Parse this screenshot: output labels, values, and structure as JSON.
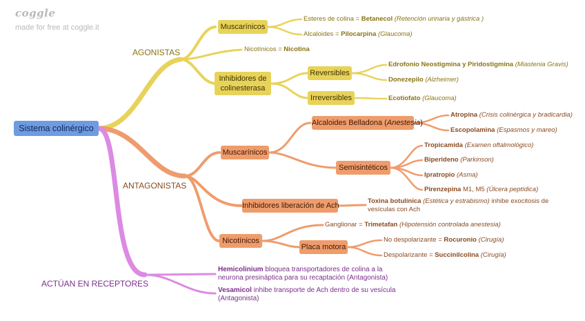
{
  "brand": {
    "logo": "coggle",
    "tagline": "made for free at coggle.it"
  },
  "root": {
    "label": "Sistema colinérgico"
  },
  "agonistas": {
    "label": "AGONISTAS",
    "muscarinicos": {
      "label": "Muscarínicos",
      "esteres": {
        "pre": "Esteres de colina = ",
        "bold": "Betanecol",
        "note": "(Retención urinaria y gástrica )"
      },
      "alcaloides": {
        "pre": "Alcaloides = ",
        "bold": "Pilocarpina",
        "note": "(Glaucoma)"
      }
    },
    "nicotinicos": {
      "pre": "Nicotínicos = ",
      "bold": "Nicotina"
    },
    "inhibidores": {
      "label": "Inhibidores de colinesterasa",
      "reversibles": {
        "label": "Reversibles",
        "edrofonio": {
          "bold": "Edrofonio Neostigmina y Piridostigmina",
          "note": "(Miastenia Gravis)"
        },
        "donezepilo": {
          "bold": "Donezepilo",
          "note": "(Alzheimer)"
        }
      },
      "irreversibles": {
        "label": "Irreversibles",
        "ecotiofato": {
          "bold": "Ecotiofato",
          "note": "(Glaucoma)"
        }
      }
    }
  },
  "antagonistas": {
    "label": "ANTAGONISTAS",
    "muscarinicos": {
      "label": "Muscarínicos",
      "belladona": {
        "label_pre": "Alcaloides Belladona (",
        "label_italic": "Anestesia",
        "label_post": ")",
        "atropina": {
          "bold": "Atropina",
          "note": "(Crisis colinérgica y bradicardia)"
        },
        "escopolamina": {
          "bold": "Escopolamina",
          "note": "(Espasmos y mareo)"
        }
      },
      "semisinteticos": {
        "label": "Semisintéticos",
        "tropicamida": {
          "bold": "Tropicamida",
          "note": "(Examen oftalmológico)"
        },
        "biperideno": {
          "bold": "Biperideno",
          "note": "(Parkinson)"
        },
        "ipratropio": {
          "bold": "Ipratropio",
          "note": "(Asma)"
        },
        "pirenzepina": {
          "bold": "Pirenzepina",
          "mid": " M1, M5 ",
          "note": "(Úlcera peptídica)"
        }
      }
    },
    "liberacion": {
      "label": "Inhibidores liberación de Ach",
      "toxina": {
        "bold": "Toxina botulínica",
        "note": "(Estética y estrabismo)",
        "post": " inhibe exocitosis de vesículas con Ach"
      }
    },
    "nicotinicos": {
      "label": "Nicotínicos",
      "ganglionar": {
        "pre": "Ganglionar = ",
        "bold": "Trimetafan",
        "note": "(Hipotensión controlada anestesia)"
      },
      "placa": {
        "label": "Placa motora",
        "nodespol": {
          "pre": "No despolarizante = ",
          "bold": "Rocuronio",
          "note": "(Cirugía)"
        },
        "despol": {
          "pre": "Despolarizante = ",
          "bold": "Succinilcolina",
          "note": "(Cirugía)"
        }
      }
    }
  },
  "receptores": {
    "label": "ACTÚAN EN RECEPTORES",
    "hemicolinium": {
      "bold": "Hemicolinium",
      "post": " bloquea transportadores de colina a la neurona presináptica para su recaptación (Antagonista)"
    },
    "vesamicol": {
      "bold": "Vesamicol",
      "post": " inhibe transporte de Ach dentro de su vesícula (Antagonista)"
    }
  },
  "colors": {
    "agonist": "#e8d35a",
    "antagonist": "#ef9c6c",
    "receptor": "#dc8ae3",
    "root": "#6f9be0"
  }
}
